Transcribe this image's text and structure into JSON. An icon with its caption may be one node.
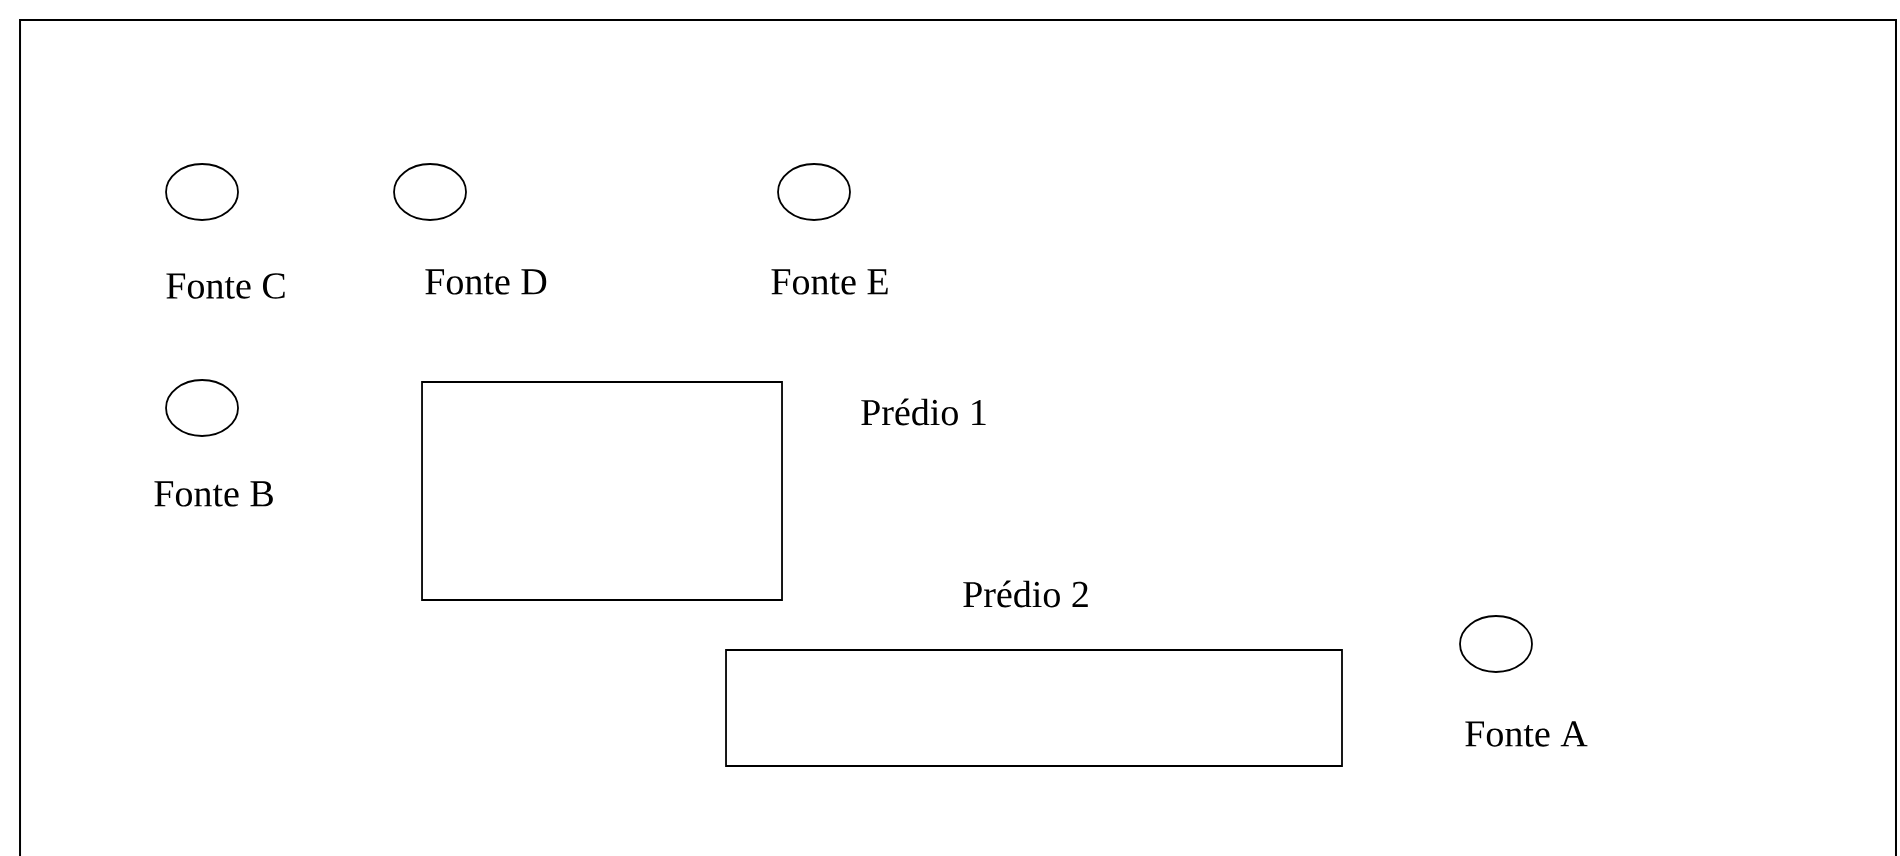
{
  "diagram": {
    "nodes": [
      {
        "text": [
          "Fonte C"
        ]
      },
      {
        "text": [
          "Fonte D"
        ]
      },
      {
        "text": [
          "Fonte E"
        ]
      },
      {
        "text": [
          "Fonte B"
        ]
      },
      {
        "text": [
          "Prédio 1"
        ]
      },
      {
        "text": [
          "Prédio 2"
        ]
      },
      {
        "text": [
          "Fonte A"
        ]
      }
    ]
  }
}
